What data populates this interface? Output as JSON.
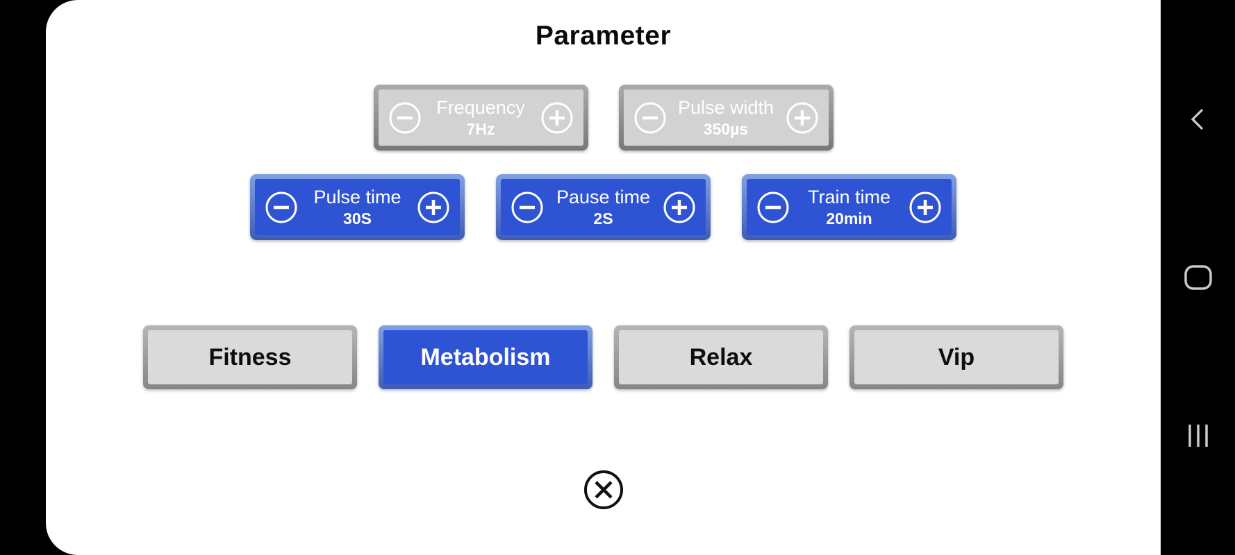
{
  "title": "Parameter",
  "colors": {
    "accent_blue": "#2e54d3",
    "disabled_fill": "#d2d2d2",
    "card_bg": "#ffffff",
    "screen_bg": "#000000",
    "nav_icon": "#c9c9c9"
  },
  "steppers": {
    "disabled": [
      {
        "label": "Frequency",
        "value": "7Hz"
      },
      {
        "label": "Pulse width",
        "value": "350µs"
      }
    ],
    "active": [
      {
        "label": "Pulse time",
        "value": "30S"
      },
      {
        "label": "Pause time",
        "value": "2S"
      },
      {
        "label": "Train time",
        "value": "20min"
      }
    ]
  },
  "modes": [
    {
      "label": "Fitness",
      "selected": false
    },
    {
      "label": "Metabolism",
      "selected": true
    },
    {
      "label": "Relax",
      "selected": false
    },
    {
      "label": "Vip",
      "selected": false
    }
  ],
  "icons": {
    "close": "close-x-circle",
    "minus": "minus-circle",
    "plus": "plus-circle",
    "nav_back": "back-chevron",
    "nav_home": "home-squircle",
    "nav_recents": "recent-apps-lines"
  }
}
